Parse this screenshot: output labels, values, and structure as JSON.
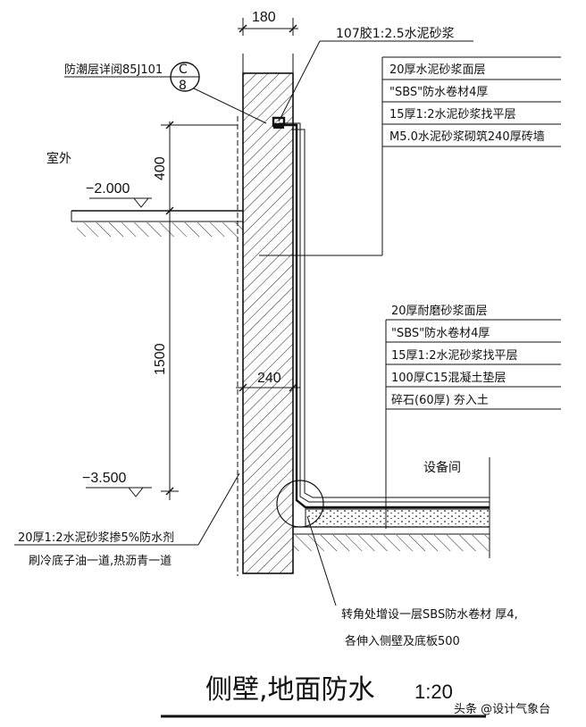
{
  "dimensions": {
    "wall_thickness_top": "180",
    "height_upper": "400",
    "height_lower": "1500",
    "wall_thickness_mid": "240"
  },
  "elevations": {
    "outdoor_level": "−2.000",
    "floor_level": "−3.500"
  },
  "labels": {
    "glue_mortar": "107胶1:2.5水泥砂浆",
    "moisture_ref": "防潮层详阅85J101",
    "callout_top": "C",
    "callout_bottom": "8",
    "outdoor": "室外",
    "equipment_room": "设备间",
    "wall_plaster_1": "20厚1:2水泥砂浆掺5%防水剂",
    "wall_plaster_2": "刷冷底子油一道,热沥青一道",
    "corner_note_1": "转角处增设一层SBS防水卷材 厚4,",
    "corner_note_2": "各伸入侧壁及底板500"
  },
  "wall_layers": [
    "20厚水泥砂浆面层",
    "\"SBS\"防水卷材4厚",
    "15厚1:2水泥砂浆找平层",
    "M5.0水泥砂浆砌筑240厚砖墙"
  ],
  "floor_layers": [
    "20厚耐磨砂浆面层",
    "\"SBS\"防水卷材4厚",
    "15厚1:2水泥砂浆找平层",
    "100厚C15混凝土垫层",
    "碎石(60厚) 夯入土"
  ],
  "title": "侧壁,地面防水",
  "scale": "1:20",
  "watermark": "头条 @设计气象台"
}
